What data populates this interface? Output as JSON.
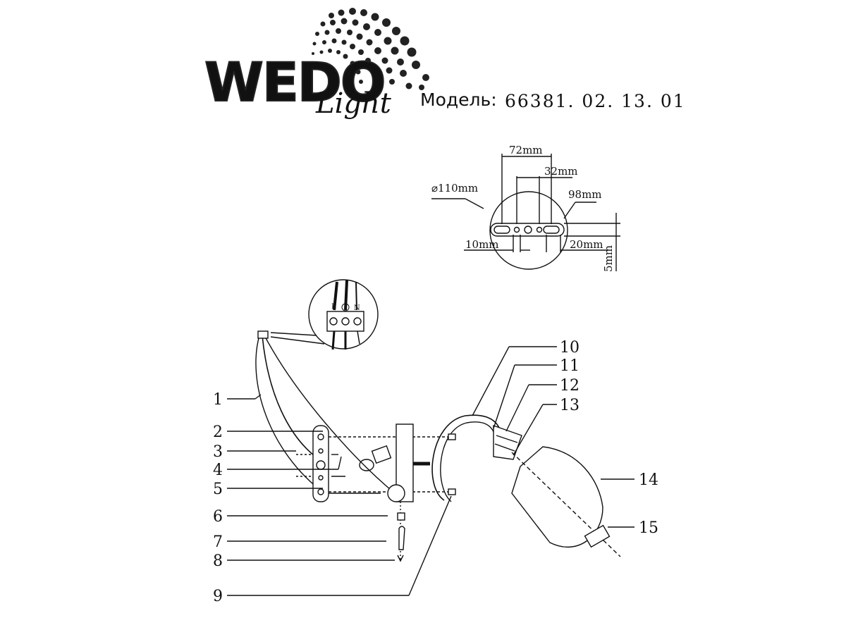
{
  "brand": {
    "logo_main": "WEDO",
    "logo_script": "Light"
  },
  "header": {
    "model_label": "Модель:",
    "model_number": "66381. 02. 13. 01"
  },
  "mounting_plate": {
    "diameter": "⌀110mm",
    "dim_72": "72mm",
    "dim_32": "32mm",
    "dim_98": "98mm",
    "dim_10": "10mm",
    "dim_20": "20mm",
    "dim_5": "5mm"
  },
  "terminal_block": {
    "live": "L",
    "neutral": "N"
  },
  "callouts": [
    {
      "label": "1"
    },
    {
      "label": "2"
    },
    {
      "label": "3"
    },
    {
      "label": "4"
    },
    {
      "label": "5"
    },
    {
      "label": "6"
    },
    {
      "label": "7"
    },
    {
      "label": "8"
    },
    {
      "label": "9"
    },
    {
      "label": "10"
    },
    {
      "label": "11"
    },
    {
      "label": "12"
    },
    {
      "label": "13"
    },
    {
      "label": "14"
    },
    {
      "label": "15"
    }
  ]
}
